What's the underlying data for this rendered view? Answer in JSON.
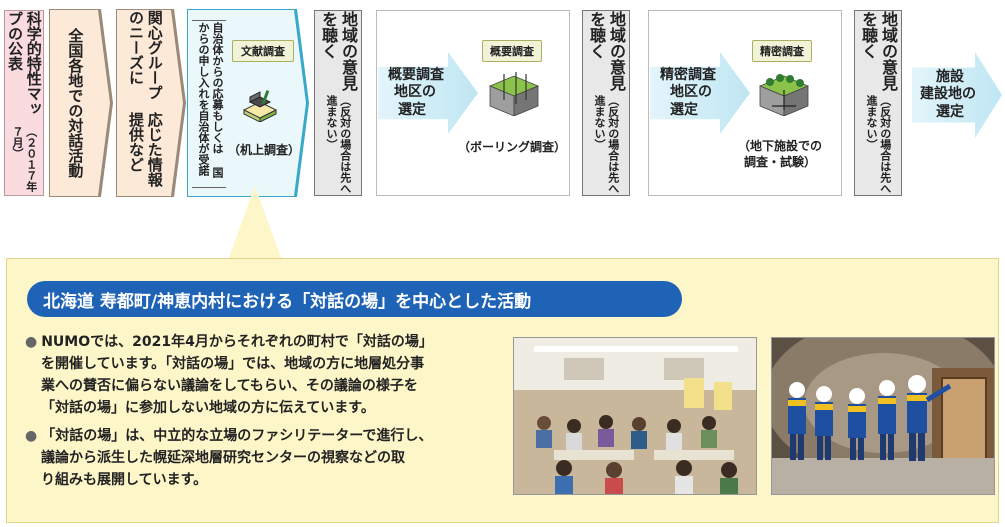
{
  "stages": {
    "map": {
      "title": "科学的特性マップの公表",
      "date": "（２０１７年７月）"
    },
    "dialogue": {
      "title": "全国各地での対話活動"
    },
    "info": {
      "title_1": "関心グループのニーズに",
      "title_2": "応じた情報提供など"
    },
    "literature": {
      "note_1": "自治体からの応募もしくは",
      "note_2": "国からの申し入れを自治体が受諾",
      "tag": "文献調査",
      "method": "（机上調査）"
    },
    "opinion": {
      "main": "地域の意見を聴く",
      "sub": "（反対の場合は先へ進まない）"
    },
    "outline": {
      "arrow_1": "概要調査",
      "arrow_2": "地区の",
      "arrow_3": "選定",
      "tag": "概要調査",
      "method": "（ボーリング調査）"
    },
    "detailed": {
      "arrow_1": "精密調査",
      "arrow_2": "地区の",
      "arrow_3": "選定",
      "tag": "精密調査",
      "method_1": "（地下施設での",
      "method_2": "調査・試験）"
    },
    "final": {
      "arrow_1": "施設",
      "arrow_2": "建設地の",
      "arrow_3": "選定"
    }
  },
  "activity": {
    "title": "北海道 寿都町/神恵内村における「対話の場」を中心とした活動",
    "bullet_mark": "●",
    "bullet1": [
      "NUMOでは、2021年4月からそれぞれの町村で「対話の場」",
      "を開催しています。「対話の場」では、地域の方に地層処分事",
      "業への賛否に偏らない議論をしてもらい、その議論の様子を",
      "「対話の場」に参加しない地域の方に伝えています。"
    ],
    "bullet2": [
      "「対話の場」は、中立的な立場のファシリテーターで進行し、",
      "議論から派生した幌延深地層研究センターの視察などの取",
      "り組みも展開しています。"
    ]
  },
  "colors": {
    "pink": "#fadbe0",
    "peach": "#fde9d8",
    "light_blue": "#eaf7fb",
    "gray": "#e8e8e8",
    "blue_title": "#1f63b6",
    "cream": "#fdf6c9"
  }
}
